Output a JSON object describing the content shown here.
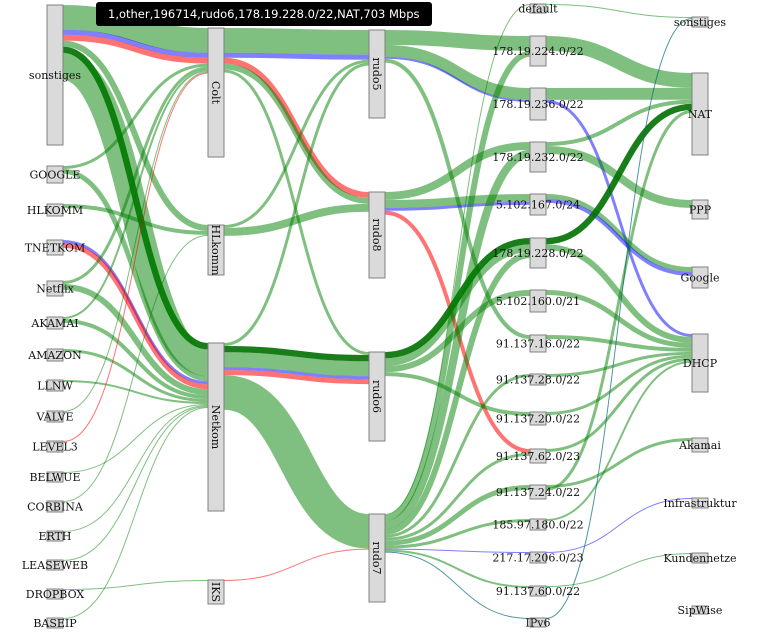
{
  "colors": {
    "green": "#008000",
    "blue": "#0000ff",
    "red": "#ff0000",
    "darkgreen": "#007000",
    "teal": "#006b6b"
  },
  "columns": [
    {
      "nodes": [
        "sonstiges",
        "GOOGLE",
        "HLKOMM",
        "TNETKOM",
        "Netflix",
        "AKAMAI",
        "AMAZON",
        "LLNW",
        "VALVE",
        "LEVEL3",
        "BELWUE",
        "CORBINA",
        "ERTH",
        "LEASEWEB",
        "DROPBOX",
        "BASEIP"
      ]
    },
    {
      "nodes": [
        "Colt",
        "HLkomm",
        "Netkom",
        "IKS"
      ]
    },
    {
      "nodes": [
        "rudo5",
        "rudo8",
        "rudo6",
        "rudo7"
      ]
    },
    {
      "nodes": [
        "default",
        "178.19.224.0/22",
        "178.19.236.0/22",
        "178.19.232.0/22",
        "5.102.167.0/24",
        "178.19.228.0/22",
        "5.102.160.0/21",
        "91.137.16.0/22",
        "91.137.28.0/22",
        "91.137.20.0/22",
        "91.137.62.0/23",
        "91.137.24.0/22",
        "185.97.180.0/22",
        "217.17.206.0/23",
        "91.137.60.0/22",
        "IPv6"
      ]
    },
    {
      "nodes": [
        "sonstiges",
        "NAT",
        "PPP",
        "Google",
        "DHCP",
        "Akamai",
        "Infrastruktur",
        "Kundennetze",
        "SipWise"
      ]
    }
  ],
  "links": [
    {
      "from": [
        0,
        0
      ],
      "to": [
        1,
        0
      ],
      "mbps": 2750,
      "color": "green"
    },
    {
      "from": [
        0,
        0
      ],
      "to": [
        1,
        0
      ],
      "mbps": 550,
      "color": "blue"
    },
    {
      "from": [
        0,
        0
      ],
      "to": [
        1,
        0
      ],
      "mbps": 660,
      "color": "red"
    },
    {
      "from": [
        0,
        0
      ],
      "to": [
        1,
        1
      ],
      "mbps": 660,
      "color": "green"
    },
    {
      "from": [
        0,
        0
      ],
      "to": [
        1,
        2
      ],
      "mbps": 703,
      "color": "darkgreen"
    },
    {
      "from": [
        0,
        0
      ],
      "to": [
        1,
        2
      ],
      "mbps": 3000,
      "color": "green"
    },
    {
      "from": [
        0,
        1
      ],
      "to": [
        1,
        0
      ],
      "mbps": 330,
      "color": "green"
    },
    {
      "from": [
        0,
        1
      ],
      "to": [
        1,
        2
      ],
      "mbps": 550,
      "color": "green"
    },
    {
      "from": [
        0,
        2
      ],
      "to": [
        1,
        1
      ],
      "mbps": 440,
      "color": "green"
    },
    {
      "from": [
        0,
        3
      ],
      "to": [
        1,
        2
      ],
      "mbps": 330,
      "color": "blue"
    },
    {
      "from": [
        0,
        3
      ],
      "to": [
        1,
        2
      ],
      "mbps": 550,
      "color": "red"
    },
    {
      "from": [
        0,
        4
      ],
      "to": [
        1,
        0
      ],
      "mbps": 330,
      "color": "green"
    },
    {
      "from": [
        0,
        4
      ],
      "to": [
        1,
        2
      ],
      "mbps": 660,
      "color": "green"
    },
    {
      "from": [
        0,
        5
      ],
      "to": [
        1,
        0
      ],
      "mbps": 220,
      "color": "green"
    },
    {
      "from": [
        0,
        5
      ],
      "to": [
        1,
        2
      ],
      "mbps": 440,
      "color": "green"
    },
    {
      "from": [
        0,
        6
      ],
      "to": [
        1,
        2
      ],
      "mbps": 330,
      "color": "green"
    },
    {
      "from": [
        0,
        7
      ],
      "to": [
        1,
        2
      ],
      "mbps": 220,
      "color": "green"
    },
    {
      "from": [
        0,
        8
      ],
      "to": [
        1,
        0
      ],
      "mbps": 110,
      "color": "green"
    },
    {
      "from": [
        0,
        9
      ],
      "to": [
        1,
        0
      ],
      "mbps": 110,
      "color": "red"
    },
    {
      "from": [
        0,
        10
      ],
      "to": [
        1,
        2
      ],
      "mbps": 110,
      "color": "green"
    },
    {
      "from": [
        0,
        11
      ],
      "to": [
        1,
        1
      ],
      "mbps": 110,
      "color": "green"
    },
    {
      "from": [
        0,
        12
      ],
      "to": [
        1,
        2
      ],
      "mbps": 110,
      "color": "green"
    },
    {
      "from": [
        0,
        13
      ],
      "to": [
        1,
        2
      ],
      "mbps": 110,
      "color": "green"
    },
    {
      "from": [
        0,
        14
      ],
      "to": [
        1,
        3
      ],
      "mbps": 110,
      "color": "green"
    },
    {
      "from": [
        0,
        15
      ],
      "to": [
        1,
        2
      ],
      "mbps": 110,
      "color": "green"
    },
    {
      "from": [
        1,
        0
      ],
      "to": [
        2,
        0
      ],
      "mbps": 2750,
      "color": "green"
    },
    {
      "from": [
        1,
        0
      ],
      "to": [
        2,
        0
      ],
      "mbps": 550,
      "color": "blue"
    },
    {
      "from": [
        1,
        0
      ],
      "to": [
        2,
        1
      ],
      "mbps": 660,
      "color": "red"
    },
    {
      "from": [
        1,
        0
      ],
      "to": [
        2,
        1
      ],
      "mbps": 660,
      "color": "green"
    },
    {
      "from": [
        1,
        0
      ],
      "to": [
        2,
        2
      ],
      "mbps": 330,
      "color": "green"
    },
    {
      "from": [
        1,
        1
      ],
      "to": [
        2,
        0
      ],
      "mbps": 330,
      "color": "green"
    },
    {
      "from": [
        1,
        1
      ],
      "to": [
        2,
        1
      ],
      "mbps": 880,
      "color": "green"
    },
    {
      "from": [
        1,
        2
      ],
      "to": [
        2,
        0
      ],
      "mbps": 330,
      "color": "green"
    },
    {
      "from": [
        1,
        2
      ],
      "to": [
        2,
        2
      ],
      "mbps": 703,
      "color": "darkgreen"
    },
    {
      "from": [
        1,
        2
      ],
      "to": [
        2,
        2
      ],
      "mbps": 1650,
      "color": "green"
    },
    {
      "from": [
        1,
        2
      ],
      "to": [
        2,
        2
      ],
      "mbps": 330,
      "color": "blue"
    },
    {
      "from": [
        1,
        2
      ],
      "to": [
        2,
        2
      ],
      "mbps": 550,
      "color": "red"
    },
    {
      "from": [
        1,
        2
      ],
      "to": [
        2,
        3
      ],
      "mbps": 3850,
      "color": "green"
    },
    {
      "from": [
        1,
        3
      ],
      "to": [
        2,
        3
      ],
      "mbps": 110,
      "color": "red"
    },
    {
      "from": [
        2,
        0
      ],
      "to": [
        3,
        1
      ],
      "mbps": 1650,
      "color": "green"
    },
    {
      "from": [
        2,
        0
      ],
      "to": [
        3,
        2
      ],
      "mbps": 1320,
      "color": "green"
    },
    {
      "from": [
        2,
        0
      ],
      "to": [
        3,
        2
      ],
      "mbps": 220,
      "color": "blue"
    },
    {
      "from": [
        2,
        0
      ],
      "to": [
        3,
        7
      ],
      "mbps": 440,
      "color": "green"
    },
    {
      "from": [
        2,
        1
      ],
      "to": [
        3,
        3
      ],
      "mbps": 880,
      "color": "green"
    },
    {
      "from": [
        2,
        1
      ],
      "to": [
        3,
        4
      ],
      "mbps": 880,
      "color": "green"
    },
    {
      "from": [
        2,
        1
      ],
      "to": [
        3,
        4
      ],
      "mbps": 330,
      "color": "blue"
    },
    {
      "from": [
        2,
        1
      ],
      "to": [
        3,
        10
      ],
      "mbps": 440,
      "color": "red"
    },
    {
      "from": [
        2,
        2
      ],
      "to": [
        3,
        5
      ],
      "mbps": 703,
      "color": "darkgreen"
    },
    {
      "from": [
        2,
        2
      ],
      "to": [
        3,
        5
      ],
      "mbps": 880,
      "color": "green"
    },
    {
      "from": [
        2,
        2
      ],
      "to": [
        3,
        6
      ],
      "mbps": 660,
      "color": "green"
    },
    {
      "from": [
        2,
        2
      ],
      "to": [
        3,
        9
      ],
      "mbps": 440,
      "color": "green"
    },
    {
      "from": [
        2,
        3
      ],
      "to": [
        3,
        0
      ],
      "mbps": 110,
      "color": "green"
    },
    {
      "from": [
        2,
        3
      ],
      "to": [
        3,
        1
      ],
      "mbps": 660,
      "color": "green"
    },
    {
      "from": [
        2,
        3
      ],
      "to": [
        3,
        3
      ],
      "mbps": 880,
      "color": "green"
    },
    {
      "from": [
        2,
        3
      ],
      "to": [
        3,
        5
      ],
      "mbps": 660,
      "color": "green"
    },
    {
      "from": [
        2,
        3
      ],
      "to": [
        3,
        8
      ],
      "mbps": 330,
      "color": "green"
    },
    {
      "from": [
        2,
        3
      ],
      "to": [
        3,
        10
      ],
      "mbps": 330,
      "color": "green"
    },
    {
      "from": [
        2,
        3
      ],
      "to": [
        3,
        11
      ],
      "mbps": 550,
      "color": "green"
    },
    {
      "from": [
        2,
        3
      ],
      "to": [
        3,
        12
      ],
      "mbps": 330,
      "color": "green"
    },
    {
      "from": [
        2,
        3
      ],
      "to": [
        3,
        13
      ],
      "mbps": 110,
      "color": "blue"
    },
    {
      "from": [
        2,
        3
      ],
      "to": [
        3,
        14
      ],
      "mbps": 220,
      "color": "green"
    },
    {
      "from": [
        2,
        3
      ],
      "to": [
        3,
        15
      ],
      "mbps": 110,
      "color": "teal"
    },
    {
      "from": [
        3,
        0
      ],
      "to": [
        4,
        0
      ],
      "mbps": 110,
      "color": "green"
    },
    {
      "from": [
        3,
        1
      ],
      "to": [
        4,
        1
      ],
      "mbps": 1650,
      "color": "green"
    },
    {
      "from": [
        3,
        2
      ],
      "to": [
        4,
        1
      ],
      "mbps": 1320,
      "color": "green"
    },
    {
      "from": [
        3,
        2
      ],
      "to": [
        4,
        4
      ],
      "mbps": 330,
      "color": "blue"
    },
    {
      "from": [
        3,
        3
      ],
      "to": [
        4,
        1
      ],
      "mbps": 440,
      "color": "green"
    },
    {
      "from": [
        3,
        3
      ],
      "to": [
        4,
        2
      ],
      "mbps": 880,
      "color": "green"
    },
    {
      "from": [
        3,
        4
      ],
      "to": [
        4,
        3
      ],
      "mbps": 550,
      "color": "green"
    },
    {
      "from": [
        3,
        4
      ],
      "to": [
        4,
        3
      ],
      "mbps": 440,
      "color": "blue"
    },
    {
      "from": [
        3,
        5
      ],
      "to": [
        4,
        1
      ],
      "mbps": 703,
      "color": "darkgreen"
    },
    {
      "from": [
        3,
        5
      ],
      "to": [
        4,
        4
      ],
      "mbps": 660,
      "color": "green"
    },
    {
      "from": [
        3,
        6
      ],
      "to": [
        4,
        4
      ],
      "mbps": 550,
      "color": "green"
    },
    {
      "from": [
        3,
        7
      ],
      "to": [
        4,
        4
      ],
      "mbps": 440,
      "color": "green"
    },
    {
      "from": [
        3,
        8
      ],
      "to": [
        4,
        4
      ],
      "mbps": 330,
      "color": "green"
    },
    {
      "from": [
        3,
        9
      ],
      "to": [
        4,
        4
      ],
      "mbps": 330,
      "color": "green"
    },
    {
      "from": [
        3,
        10
      ],
      "to": [
        4,
        4
      ],
      "mbps": 330,
      "color": "green"
    },
    {
      "from": [
        3,
        11
      ],
      "to": [
        4,
        5
      ],
      "mbps": 330,
      "color": "green"
    },
    {
      "from": [
        3,
        11
      ],
      "to": [
        4,
        1
      ],
      "mbps": 330,
      "color": "green"
    },
    {
      "from": [
        3,
        12
      ],
      "to": [
        4,
        4
      ],
      "mbps": 220,
      "color": "green"
    },
    {
      "from": [
        3,
        13
      ],
      "to": [
        4,
        6
      ],
      "mbps": 110,
      "color": "blue"
    },
    {
      "from": [
        3,
        14
      ],
      "to": [
        4,
        7
      ],
      "mbps": 110,
      "color": "green"
    },
    {
      "from": [
        3,
        15
      ],
      "to": [
        4,
        0
      ],
      "mbps": 110,
      "color": "teal"
    }
  ],
  "tooltip": {
    "text": "1,other,196714,rudo6,178.19.228.0/22,NAT,703 Mbps"
  }
}
